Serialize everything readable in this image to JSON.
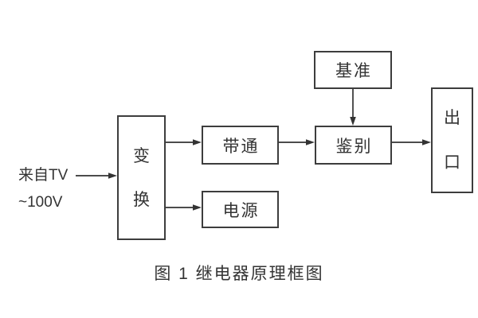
{
  "diagram": {
    "title_caption": "图 1 继电器原理框图",
    "source_label": {
      "line1": "来自TV",
      "line2": "~100V"
    },
    "blocks": {
      "transform": {
        "line1": "变",
        "line2": "换"
      },
      "bandpass": {
        "label": "带通"
      },
      "power": {
        "label": "电源"
      },
      "reference": {
        "label": "基准"
      },
      "discriminator": {
        "label": "鉴别"
      },
      "output": {
        "line1": "出",
        "line2": "口"
      }
    },
    "colors": {
      "line": "#333333",
      "border": "#3d3d3d",
      "text": "#333333",
      "background": "#ffffff"
    }
  }
}
